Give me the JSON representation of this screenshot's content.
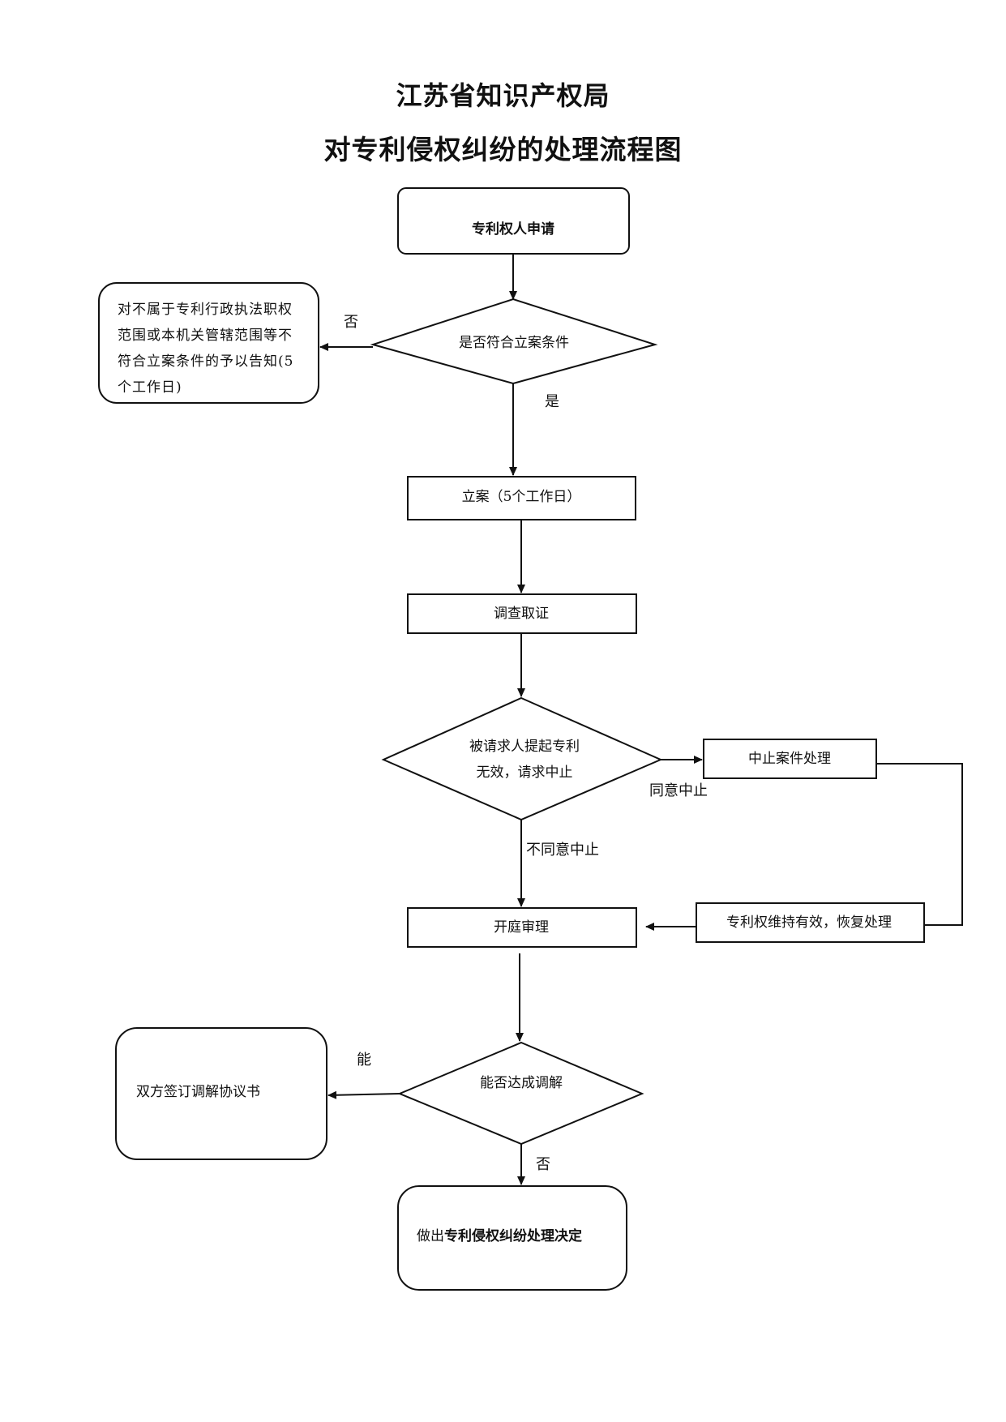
{
  "title": {
    "line1": "江苏省知识产权局",
    "line2": "对专利侵权纠纷的处理流程图"
  },
  "nodes": {
    "apply": "专利权人申请",
    "check_conditions": "是否符合立案条件",
    "reject_notice": "对不属于专利行政执法职权范围或本机关管辖范围等不符合立案条件的予以告知(5个工作日)",
    "file_case": "立案（5个工作日）",
    "investigate": "调查取证",
    "invalidity_request": "被请求人提起专利无效，请求中止",
    "suspend": "中止案件处理",
    "patent_valid_resume": "专利权维持有效，恢复处理",
    "hearing": "开庭审理",
    "mediation_check": "能否达成调解",
    "mediation_agreement": "双方签订调解协议书",
    "decision_prefix": "做出",
    "decision": "专利侵权纠纷处理决定"
  },
  "edges": {
    "no1": "否",
    "yes1": "是",
    "agree_suspend": "同意中止",
    "disagree_suspend": "不同意中止",
    "can": "能",
    "no2": "否"
  }
}
